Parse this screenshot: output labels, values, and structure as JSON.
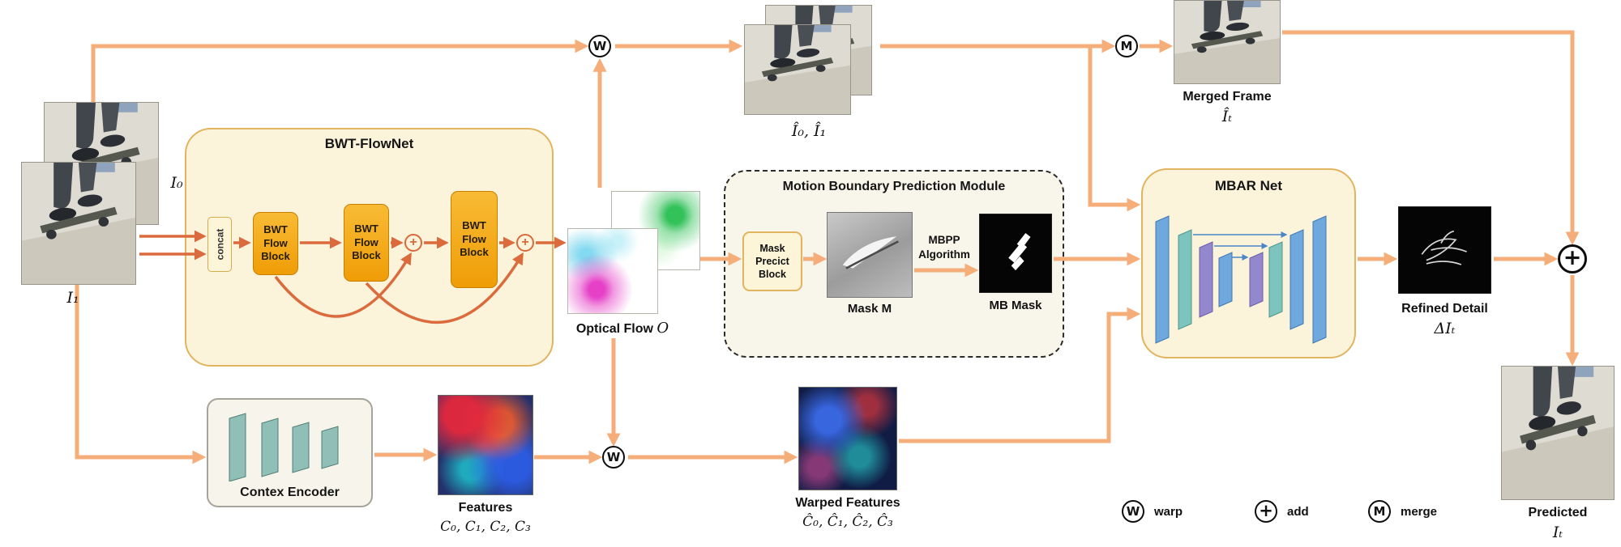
{
  "colors": {
    "arrow_orange": "#F5AE7A",
    "arrow_red": "#DB6B3D",
    "panel_fill": "#FBF3DA",
    "panel_border": "#E2B45F",
    "block_orange": "#F2A40C"
  },
  "inputs": {
    "i0": "I₀",
    "i1": "I₁"
  },
  "flownet": {
    "title": "BWT-FlowNet",
    "concat": "concat",
    "blocks": [
      "BWT\nFlow\nBlock",
      "BWT\nFlow\nBlock",
      "BWT\nFlow\nBlock"
    ]
  },
  "optical_flow": {
    "label": "Optical Flow ",
    "symbol": "O"
  },
  "warped_frames": {
    "symbols": "Î₀, Î₁"
  },
  "merged_frame": {
    "title": "Merged Frame",
    "symbol": "Îₜ"
  },
  "mb_module": {
    "title": "Motion Boundary Prediction Module",
    "mask_predict_block": "Mask\nPrecict\nBlock",
    "mask_m_label": "Mask M",
    "mbpp_label": "MBPP\nAlgorithm",
    "mb_mask_label": "MB Mask"
  },
  "mbar": {
    "title": "MBAR  Net"
  },
  "refined_detail": {
    "title": "Refined Detail",
    "symbol": "ΔIₜ"
  },
  "predicted": {
    "title": "Predicted",
    "symbol": "Iₜ"
  },
  "context_encoder": {
    "title": "Contex Encoder"
  },
  "features": {
    "title": "Features",
    "symbol": "C₀, C₁, C₂, C₃"
  },
  "warped_features": {
    "title": "Warped Features",
    "symbol": "Ĉ₀, Ĉ₁, Ĉ₂, Ĉ₃"
  },
  "operators": {
    "warp": "W",
    "merge": "M",
    "add": "+"
  },
  "legend": [
    {
      "symbol": "W",
      "label": "warp"
    },
    {
      "symbol": "+",
      "label": "add"
    },
    {
      "symbol": "M",
      "label": "merge"
    }
  ]
}
